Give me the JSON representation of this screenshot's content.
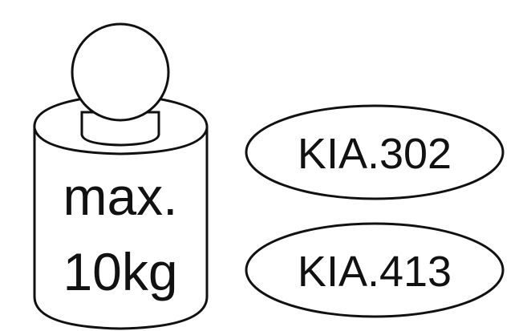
{
  "weight": {
    "line1": "max.",
    "line2": "10kg"
  },
  "labels": [
    {
      "text": "KIA.302"
    },
    {
      "text": "KIA.413"
    }
  ],
  "colors": {
    "stroke": "#111111",
    "background": "#ffffff"
  }
}
